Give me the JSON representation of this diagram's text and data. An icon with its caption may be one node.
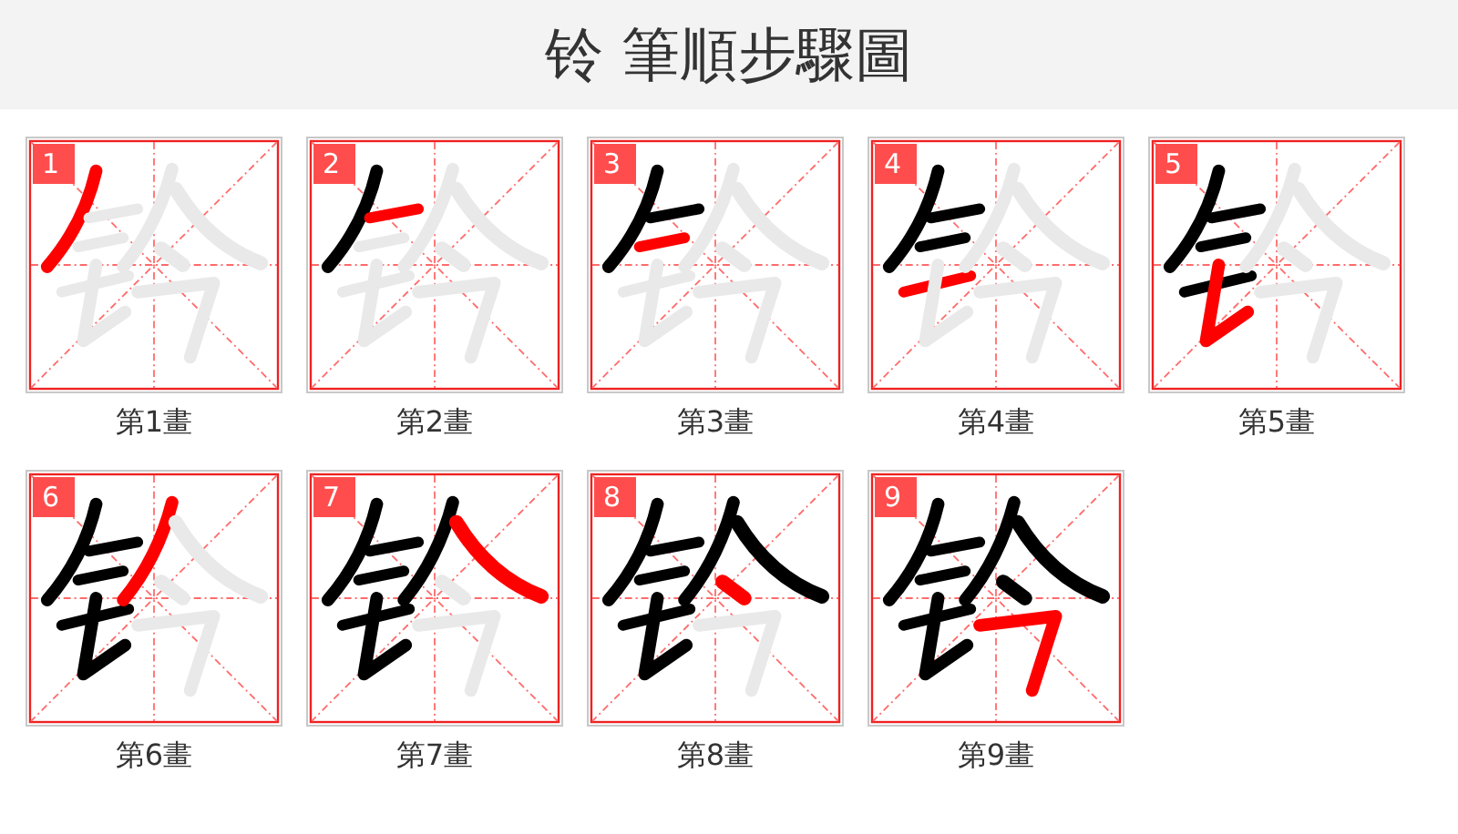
{
  "diagram": {
    "title": "铃 筆順步驟圖",
    "nodes": [
      {
        "text": [
          "1"
        ],
        "beside": [
          "第1畫"
        ]
      },
      {
        "text": [
          "2"
        ],
        "beside": [
          "第2畫"
        ]
      },
      {
        "text": [
          "3"
        ],
        "beside": [
          "第3畫"
        ]
      },
      {
        "text": [
          "4"
        ],
        "beside": [
          "第4畫"
        ]
      },
      {
        "text": [
          "5"
        ],
        "beside": [
          "第5畫"
        ]
      },
      {
        "text": [
          "6"
        ],
        "beside": [
          "第6畫"
        ]
      },
      {
        "text": [
          "7"
        ],
        "beside": [
          "第7畫"
        ]
      },
      {
        "text": [
          "8"
        ],
        "beside": [
          "第8畫"
        ]
      },
      {
        "text": [
          "9"
        ],
        "beside": [
          "第9畫"
        ]
      }
    ]
  }
}
